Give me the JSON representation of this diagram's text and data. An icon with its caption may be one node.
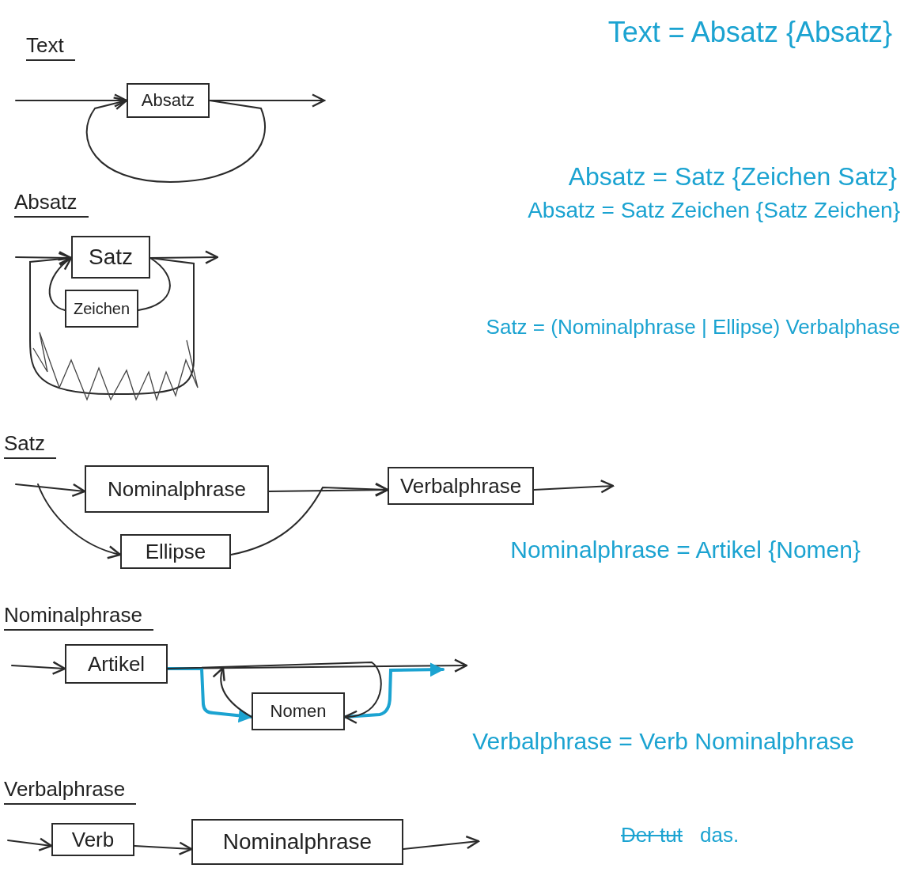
{
  "diagram": {
    "nodes": [
      {
        "text": [
          "Absatz"
        ]
      },
      {
        "text": [
          "Satz"
        ]
      },
      {
        "text": [
          "Zeichen"
        ]
      },
      {
        "text": [
          "Nominalphrase"
        ]
      },
      {
        "text": [
          "Ellipse"
        ]
      },
      {
        "text": [
          "Verbalphrase"
        ]
      },
      {
        "text": [
          "Artikel"
        ]
      },
      {
        "text": [
          "Nomen"
        ]
      },
      {
        "text": [
          "Verb"
        ]
      },
      {
        "text": [
          "Nominalphrase"
        ]
      }
    ],
    "edges": [
      {
        "from": null,
        "to": 0,
        "arrow": "to"
      },
      {
        "from": 0,
        "to": null,
        "arrow": "to"
      },
      {
        "from": 0,
        "to": 0,
        "arrow": "to"
      },
      {
        "from": null,
        "to": 1,
        "arrow": "to"
      },
      {
        "from": 1,
        "to": null,
        "arrow": "to"
      },
      {
        "from": 1,
        "to": 2,
        "arrow": "none"
      },
      {
        "from": 2,
        "to": 1,
        "arrow": "to"
      },
      {
        "from": 1,
        "to": 1,
        "arrow": "to"
      },
      {
        "from": null,
        "to": 3,
        "arrow": "to"
      },
      {
        "from": null,
        "to": 4,
        "arrow": "to"
      },
      {
        "from": 3,
        "to": 5,
        "arrow": "to"
      },
      {
        "from": 4,
        "to": 5,
        "arrow": "to"
      },
      {
        "from": 5,
        "to": null,
        "arrow": "to"
      },
      {
        "from": null,
        "to": 6,
        "arrow": "to"
      },
      {
        "from": 6,
        "to": null,
        "arrow": "to"
      },
      {
        "from": 6,
        "to": 7,
        "arrow": "to",
        "style": "thick",
        "color": "#1ba3d1"
      },
      {
        "from": 7,
        "to": null,
        "arrow": "to",
        "style": "thick",
        "color": "#1ba3d1"
      },
      {
        "from": 6,
        "to": 7,
        "arrow": "to"
      },
      {
        "from": 7,
        "to": null,
        "arrow": "to"
      },
      {
        "from": null,
        "to": 8,
        "arrow": "to"
      },
      {
        "from": 8,
        "to": 9,
        "arrow": "to"
      },
      {
        "from": 9,
        "to": null,
        "arrow": "to"
      }
    ],
    "labels": [
      "Text = Absatz {Absatz}",
      "Text",
      "Absatz = Satz {Zeichen Satz}",
      "Absatz",
      "Absatz = Satz Zeichen {Satz Zeichen}",
      "Satz = (Nominalphrase | Ellipse) Verbalphase",
      "Satz",
      "Nominalphrase = Artikel {Nomen}",
      "Nominalphrase",
      "Verbalphrase = Verb Nominalphrase",
      "Verbalphrase",
      "Der tut",
      "das."
    ]
  }
}
